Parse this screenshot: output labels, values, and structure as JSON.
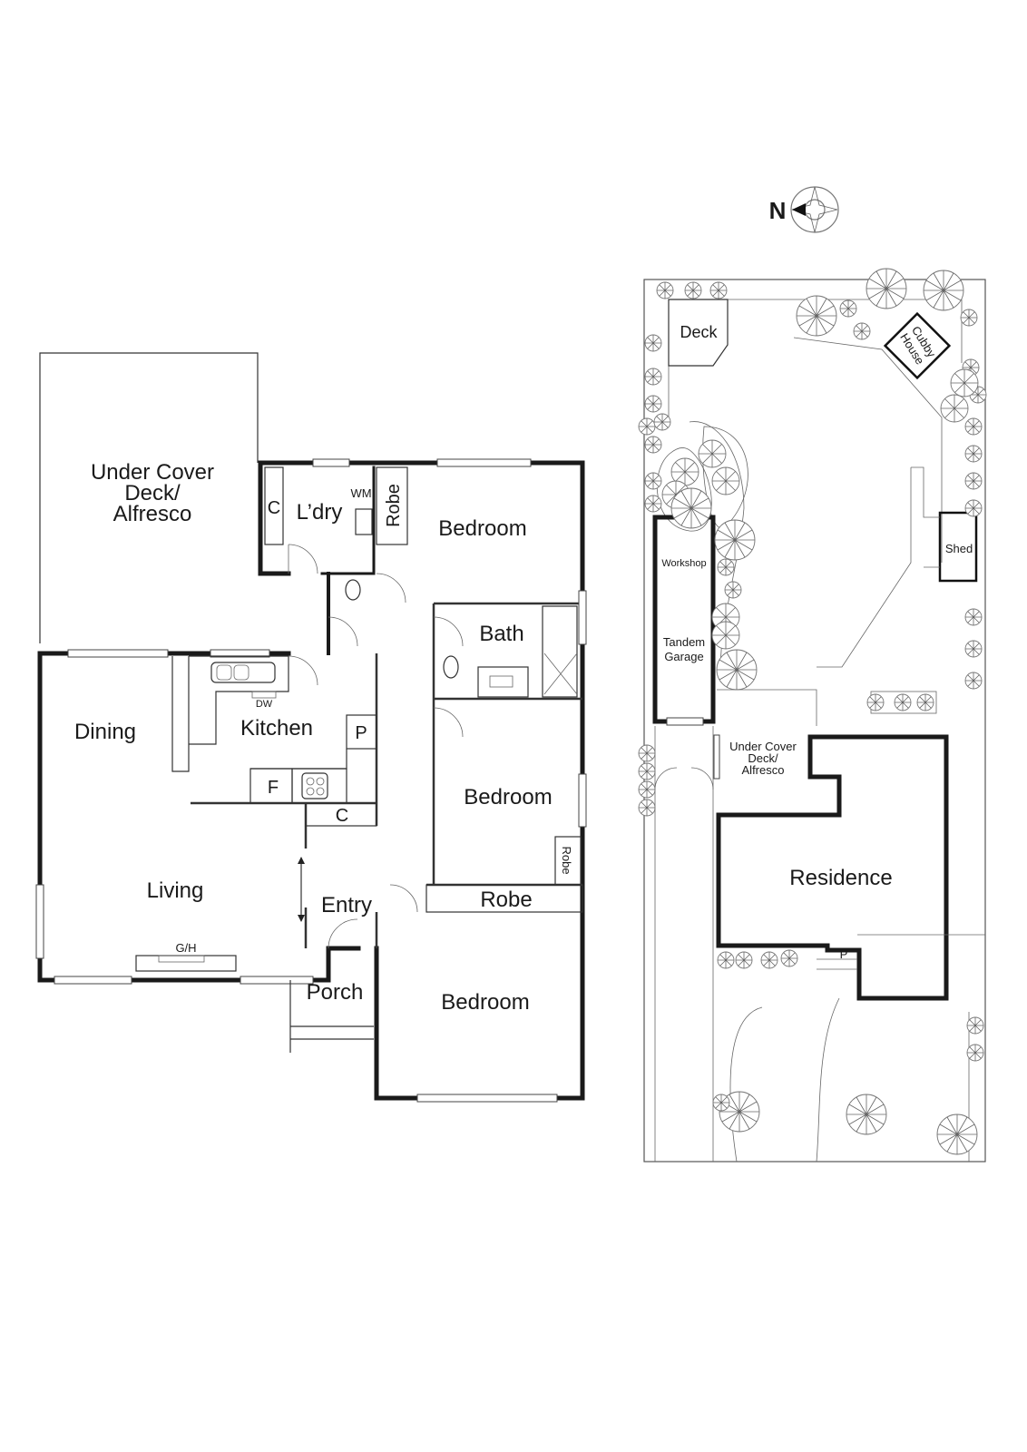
{
  "compass": {
    "label": "N"
  },
  "floor_plan": {
    "rooms": {
      "alfresco_l1": "Under Cover",
      "alfresco_l2": "Deck/",
      "alfresco_l3": "Alfresco",
      "cupboard_laundry": "C",
      "laundry": "L’dry",
      "washing_machine": "WM",
      "robe_laundry": "Robe",
      "bedroom_1": "Bedroom",
      "bath": "Bath",
      "dining": "Dining",
      "kitchen": "Kitchen",
      "dishwasher": "DW",
      "pantry": "P",
      "fridge": "F",
      "cupboard_kitchen": "C",
      "bedroom_2": "Bedroom",
      "robe_bedroom2": "Robe",
      "living": "Living",
      "gas_heater": "G/H",
      "entry": "Entry",
      "robe_bedroom3": "Robe",
      "porch": "Porch",
      "bedroom_3": "Bedroom"
    }
  },
  "site_plan": {
    "labels": {
      "deck": "Deck",
      "cubby_l1": "Cubby",
      "cubby_l2": "House",
      "shed": "Shed",
      "workshop": "Workshop",
      "garage_l1": "Tandem",
      "garage_l2": "Garage",
      "alfresco_l1": "Under Cover",
      "alfresco_l2": "Deck/",
      "alfresco_l3": "Alfresco",
      "residence": "Residence",
      "porch": "P"
    }
  }
}
